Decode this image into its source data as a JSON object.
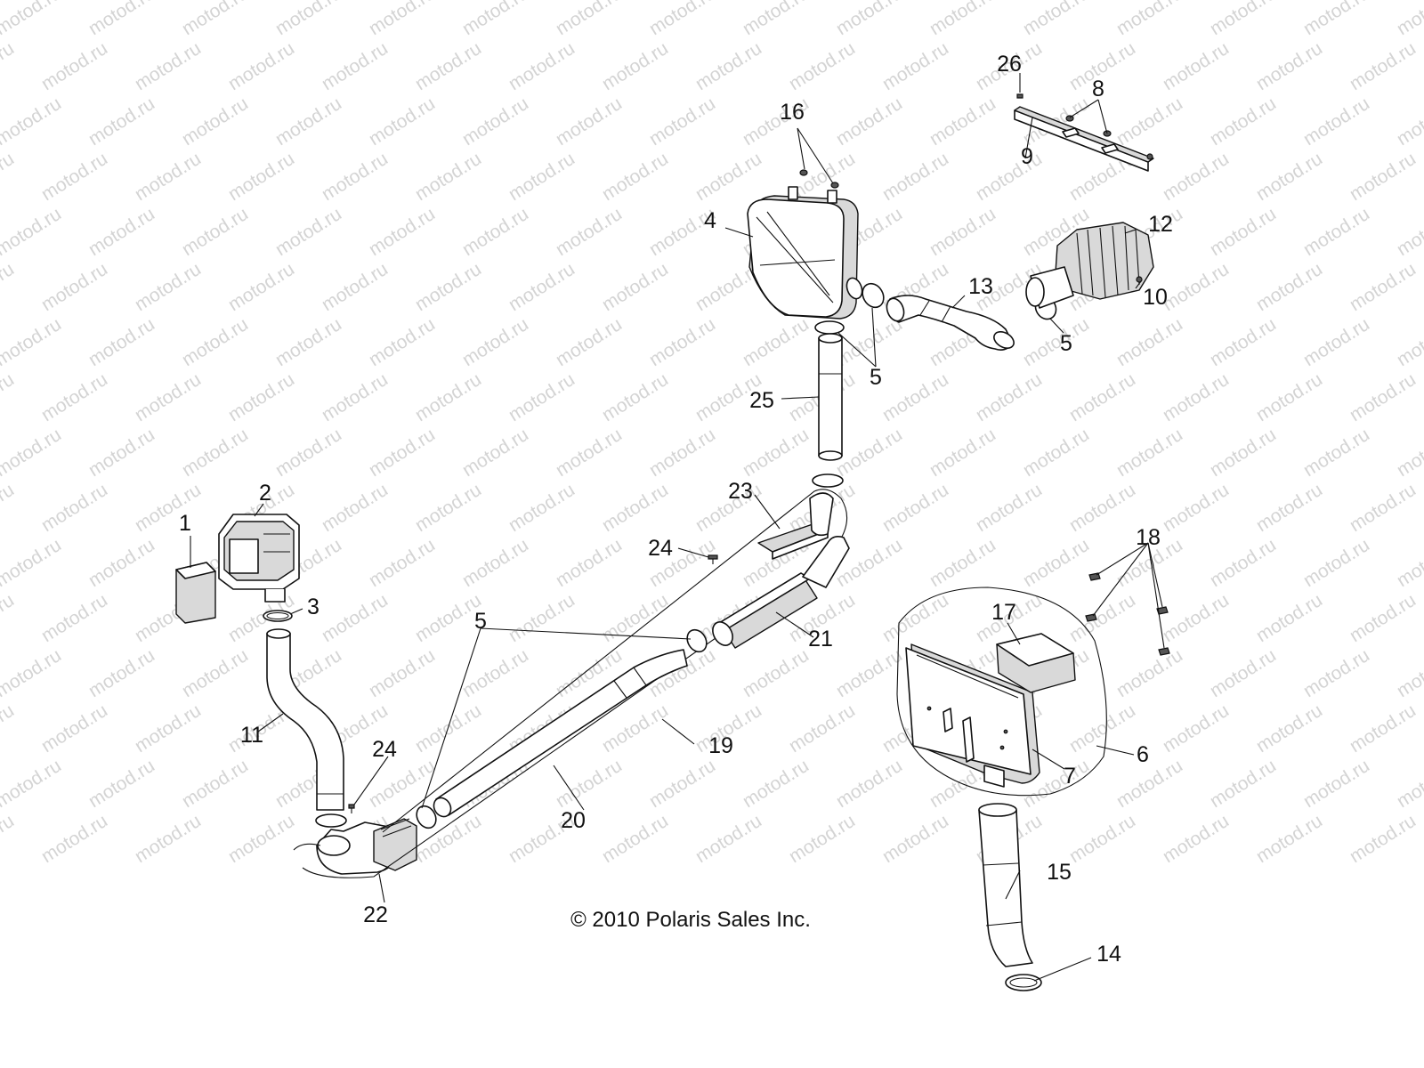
{
  "watermark": "motod.ru",
  "copyright": "© 2010 Polaris Sales Inc.",
  "callouts": {
    "c1": "1",
    "c2": "2",
    "c3": "3",
    "c4": "4",
    "c5a": "5",
    "c5b": "5",
    "c5c": "5",
    "c6": "6",
    "c7": "7",
    "c8": "8",
    "c9": "9",
    "c10": "10",
    "c11": "11",
    "c12": "12",
    "c13": "13",
    "c14": "14",
    "c15": "15",
    "c16": "16",
    "c17": "17",
    "c18": "18",
    "c19": "19",
    "c20": "20",
    "c21": "21",
    "c22": "22",
    "c23": "23",
    "c24a": "24",
    "c24b": "24",
    "c25": "25",
    "c26": "26"
  },
  "colors": {
    "line": "#111111",
    "watermark": "#d4d4d4",
    "shade": "#d9d9d9"
  }
}
